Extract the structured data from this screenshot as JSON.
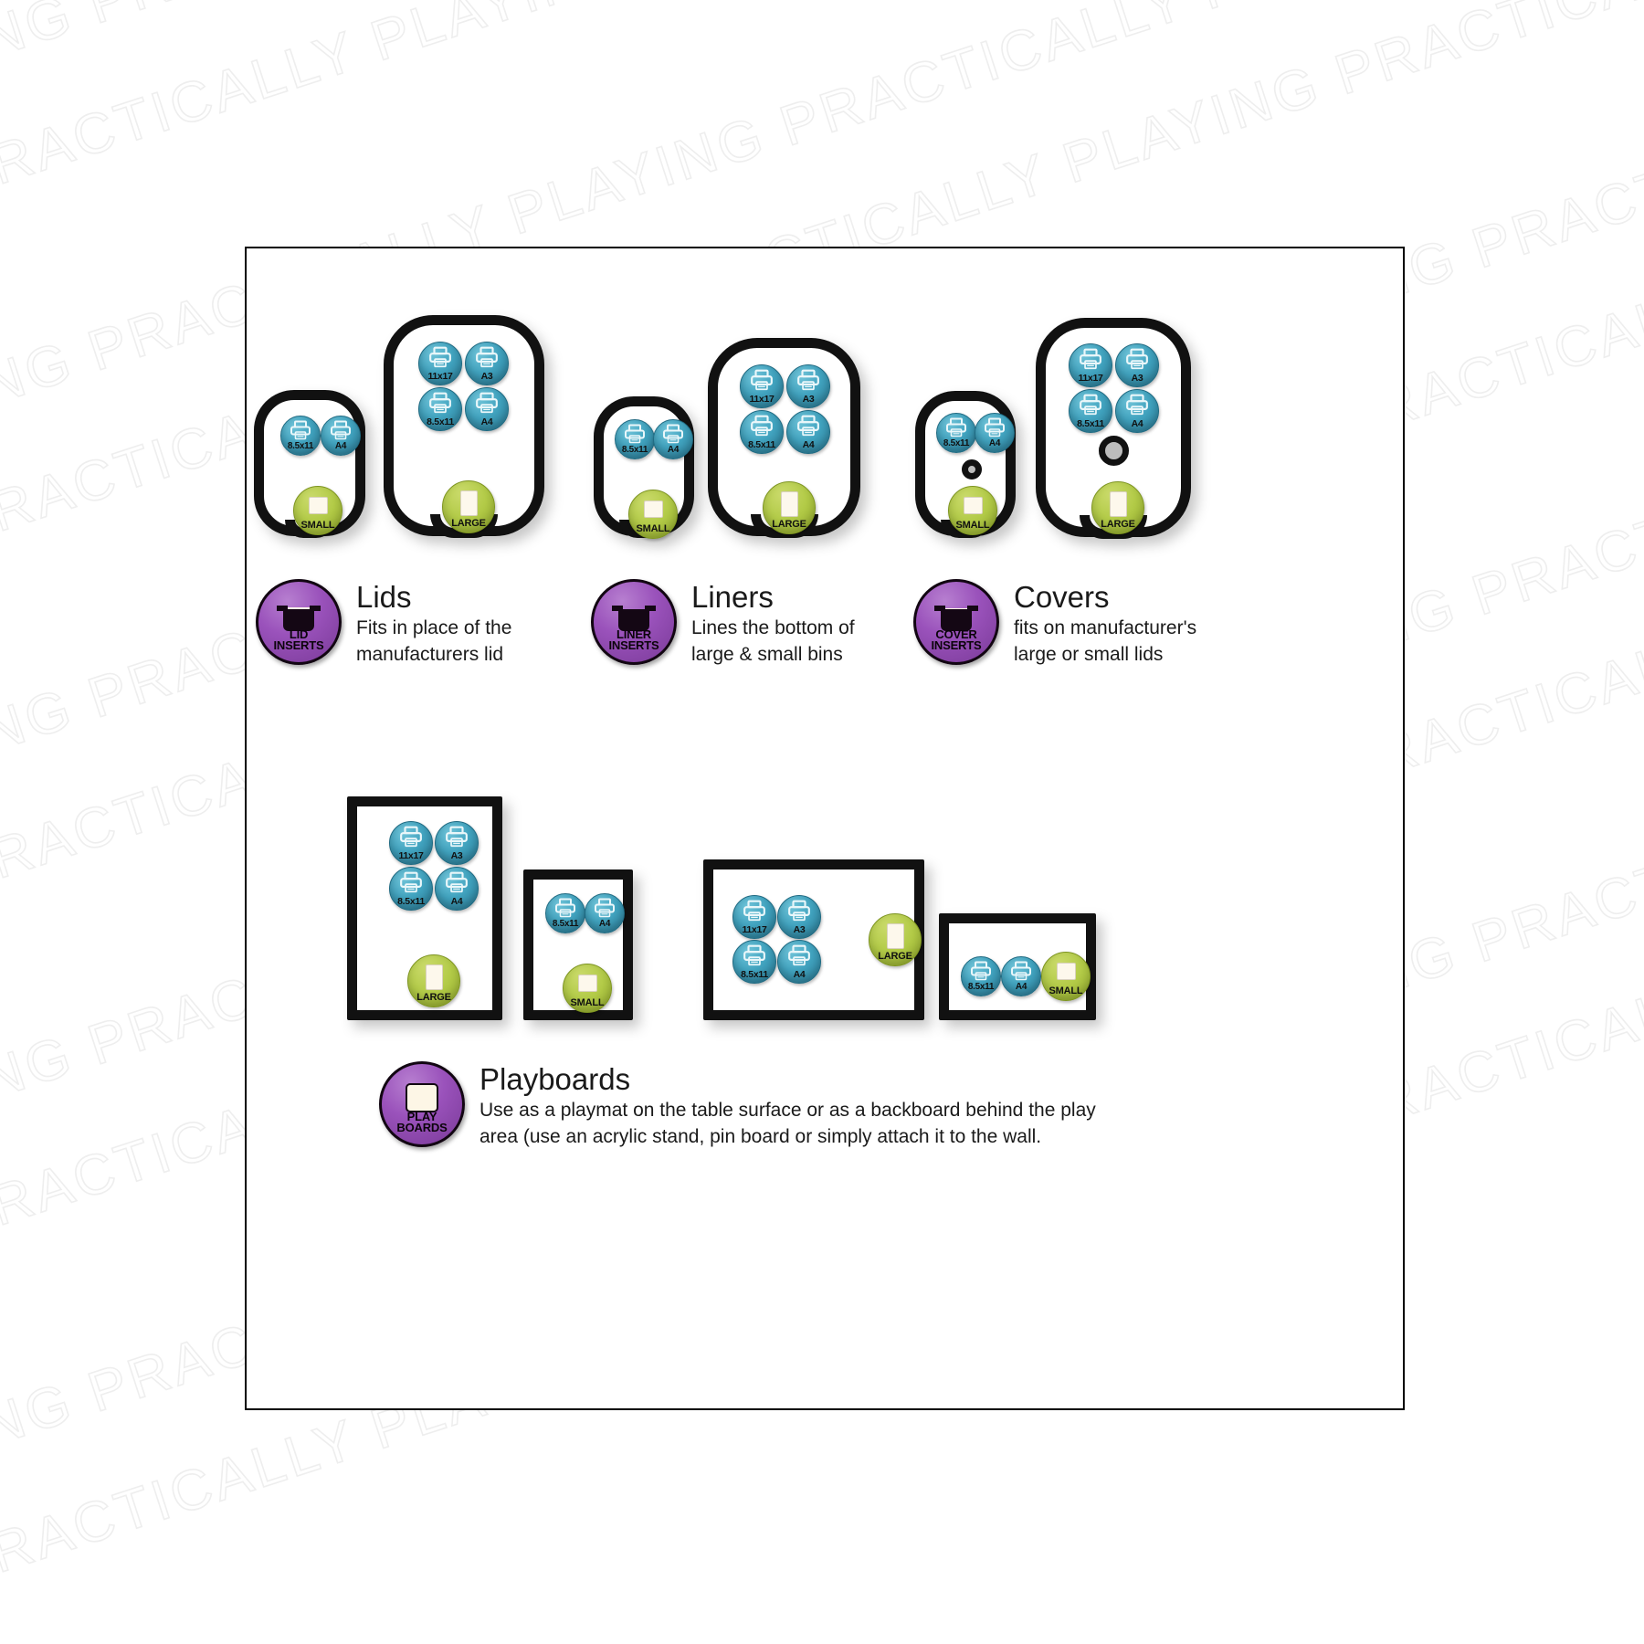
{
  "watermark": {
    "text": "PLAYING PRACTICALLY",
    "color": "#eeeeee"
  },
  "colors": {
    "teal_badge": "#41a3bf",
    "green_badge": "#b3cb48",
    "purple_badge": "#9a52bb",
    "outline": "#111111",
    "paper": "#fdf8ec"
  },
  "size_badges": {
    "us_letter": "8.5x11",
    "a4": "A4",
    "tabloid": "11x17",
    "a3": "A3",
    "small": "SMALL",
    "large": "LARGE"
  },
  "categories": [
    {
      "id": "lids",
      "badge_line1": "LID",
      "badge_line2": "INSERTS",
      "badge_icon": "bin-with-lid-icon",
      "title": "Lids",
      "desc_line1": "Fits in place of the",
      "desc_line2": "manufacturers lid"
    },
    {
      "id": "liners",
      "badge_line1": "LINER",
      "badge_line2": "INSERTS",
      "badge_icon": "bin-with-liner-icon",
      "title": "Liners",
      "desc_line1": "Lines the bottom of",
      "desc_line2": "large & small bins"
    },
    {
      "id": "covers",
      "badge_line1": "COVER",
      "badge_line2": "INSERTS",
      "badge_icon": "bin-with-cover-icon",
      "title": "Covers",
      "desc_line1": "fits on manufacturer's",
      "desc_line2": "large or small lids"
    },
    {
      "id": "playboards",
      "badge_line1": "PLAY",
      "badge_line2": "BOARDS",
      "badge_icon": "board-icon",
      "title": "Playboards",
      "desc_line1": "Use as a playmat on the table surface or as a backboard behind the play",
      "desc_line2": "area (use an acrylic stand, pin board or simply attach it to the wall."
    }
  ],
  "products": {
    "lids": [
      {
        "name": "lid-small",
        "size_label": "SMALL",
        "printer_sizes": [
          "8.5x11",
          "A4"
        ]
      },
      {
        "name": "lid-large",
        "size_label": "LARGE",
        "printer_sizes": [
          "11x17",
          "A3",
          "8.5x11",
          "A4"
        ]
      }
    ],
    "liners": [
      {
        "name": "liner-small",
        "size_label": "SMALL",
        "printer_sizes": [
          "8.5x11",
          "A4"
        ]
      },
      {
        "name": "liner-large",
        "size_label": "LARGE",
        "printer_sizes": [
          "11x17",
          "A3",
          "8.5x11",
          "A4"
        ]
      }
    ],
    "covers": [
      {
        "name": "cover-small",
        "size_label": "SMALL",
        "printer_sizes": [
          "8.5x11",
          "A4"
        ],
        "has_hole": true
      },
      {
        "name": "cover-large",
        "size_label": "LARGE",
        "printer_sizes": [
          "11x17",
          "A3",
          "8.5x11",
          "A4"
        ],
        "has_hole": true
      }
    ],
    "playboards": [
      {
        "name": "playboard-large-portrait",
        "size_label": "LARGE",
        "printer_sizes": [
          "11x17",
          "A3",
          "8.5x11",
          "A4"
        ]
      },
      {
        "name": "playboard-small-portrait",
        "size_label": "SMALL",
        "printer_sizes": [
          "8.5x11",
          "A4"
        ]
      },
      {
        "name": "playboard-large-landscape",
        "size_label": "LARGE",
        "printer_sizes": [
          "11x17",
          "A3",
          "8.5x11",
          "A4"
        ]
      },
      {
        "name": "playboard-small-landscape",
        "size_label": "SMALL",
        "printer_sizes": [
          "8.5x11",
          "A4"
        ]
      }
    ]
  }
}
